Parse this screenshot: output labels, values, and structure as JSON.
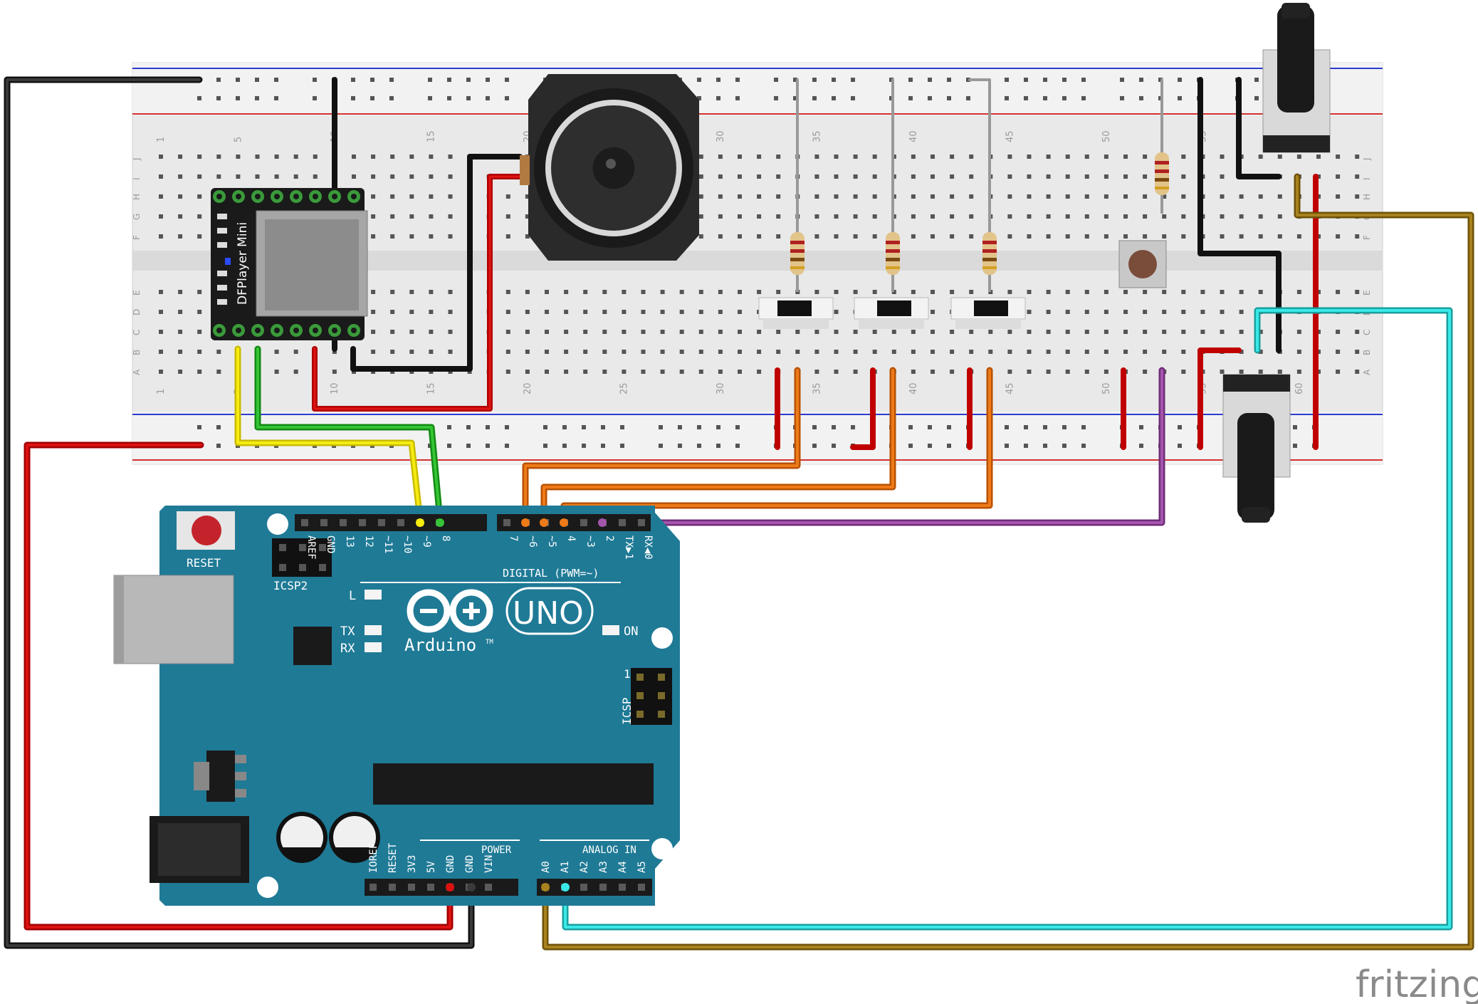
{
  "breadboard": {
    "column_numbers": [
      "1",
      "5",
      "10",
      "15",
      "20",
      "25",
      "30",
      "35",
      "40",
      "45",
      "50",
      "55",
      "60"
    ],
    "row_letters_top": [
      "J",
      "I",
      "H",
      "G",
      "F"
    ],
    "row_letters_bottom": [
      "E",
      "D",
      "C",
      "B",
      "A"
    ]
  },
  "dfplayer": {
    "label": "DFPlayer Mini"
  },
  "arduino": {
    "board_name": "UNO",
    "brand": "Arduino",
    "trademark": "TM",
    "reset_label": "RESET",
    "icsp2_label": "ICSP2",
    "icsp_label": "ICSP",
    "icsp_pin1": "1",
    "led_l": "L",
    "led_tx": "TX",
    "led_rx": "RX",
    "led_on": "ON",
    "digital_label": "DIGITAL (PWM=~)",
    "power_label": "POWER",
    "analog_label": "ANALOG IN",
    "digital_pins_high": [
      "AREF",
      "GND",
      "13",
      "12",
      "~11",
      "~10",
      "~9",
      "8"
    ],
    "digital_pins_low": [
      "7",
      "~6",
      "~5",
      "4",
      "~3",
      "2",
      "TX▶1",
      "RX◀0"
    ],
    "power_pins": [
      "IOREF",
      "RESET",
      "3V3",
      "5V",
      "GND",
      "GND",
      "VIN"
    ],
    "analog_pins": [
      "A0",
      "A1",
      "A2",
      "A3",
      "A4",
      "A5"
    ]
  },
  "watermark": "fritzing",
  "colors": {
    "board_teal": "#1f7a96",
    "wire_black": "#1a1a1a",
    "wire_red": "#cc0000",
    "wire_yellow": "#f5e600",
    "wire_green": "#2db52d",
    "wire_orange": "#e07010",
    "wire_purple": "#9a4aa0",
    "wire_cyan": "#33d6d6",
    "wire_brown": "#a07a1a"
  }
}
